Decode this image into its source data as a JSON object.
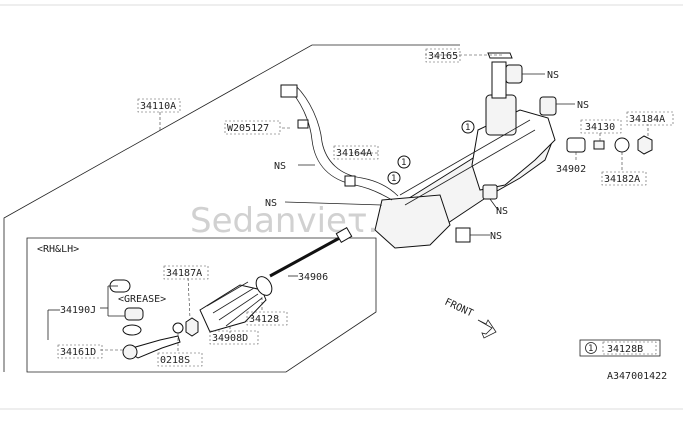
{
  "inset_heading": "<RH&LH>",
  "grease_label": "<GREASE>",
  "front_label": "FRONT",
  "watermark": "Sedanvieτ.vn",
  "figure_code": "A347001422",
  "legend": {
    "circle": "1",
    "code": "34128B"
  },
  "part_codes": {
    "p34165": "34165",
    "p34110A": "34110A",
    "pW205127": "W205127",
    "p34164A": "34164A",
    "p34130": "34130",
    "p34184A": "34184A",
    "p34902": "34902",
    "p34182A": "34182A",
    "p34187A": "34187A",
    "p34906": "34906",
    "p34190J": "34190J",
    "p34128": "34128",
    "p34908D": "34908D",
    "p34161D": "34161D",
    "p0218S": "0218S"
  },
  "ns_label": "NS",
  "callout_number": "1"
}
